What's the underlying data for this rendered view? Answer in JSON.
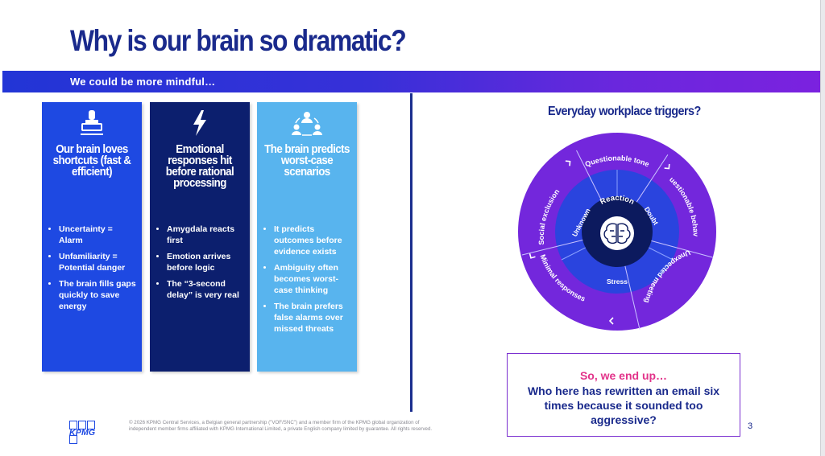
{
  "slide": {
    "title": "Why is our brain so dramatic?",
    "banner": "We could be more mindful…",
    "page_number": "3",
    "legal": "© 2026 KPMG Central Services, a Belgian general partnership (\"VOF/SNC\") and a member firm of the KPMG global organization of independent member firms affiliated with KPMG International Limited, a private English company limited by guarantee. All rights reserved.",
    "logo": "KPMG"
  },
  "cards": [
    {
      "icon": "stamp-icon",
      "heading": "Our brain loves shortcuts (fast & efficient)",
      "bullets": [
        "Uncertainty = Alarm",
        "Unfamiliarity = Potential danger",
        "The brain fills gaps quickly to save energy"
      ]
    },
    {
      "icon": "lightning-icon",
      "heading": "Emotional responses hit before rational processing",
      "bullets": [
        "Amygdala reacts first",
        "Emotion arrives before logic",
        "The “3-second delay” is very real"
      ]
    },
    {
      "icon": "people-network-icon",
      "heading": "The brain predicts worst-case scenarios",
      "bullets": [
        "It predicts outcomes before evidence exists",
        "Ambiguity often becomes worst-case thinking",
        "The brain prefers false alarms over missed threats"
      ]
    }
  ],
  "wheel": {
    "title": "Everyday workplace triggers?",
    "center_label": "Reaction",
    "center_icon": "brain-icon",
    "inner": [
      "Unknown",
      "Doubt",
      "Stress"
    ],
    "outer": [
      "Questionable tone",
      "Questionable behavior",
      "Unexpected meeting",
      "Minimal responses",
      "Social exclusion"
    ],
    "colors": {
      "outer": "#7327dc",
      "inner": "#2a44de",
      "core": "#0c1a5e"
    }
  },
  "callout": {
    "lead": "So, we end up…",
    "question": "Who here has rewritten an email six times because it sounded too aggressive?"
  }
}
